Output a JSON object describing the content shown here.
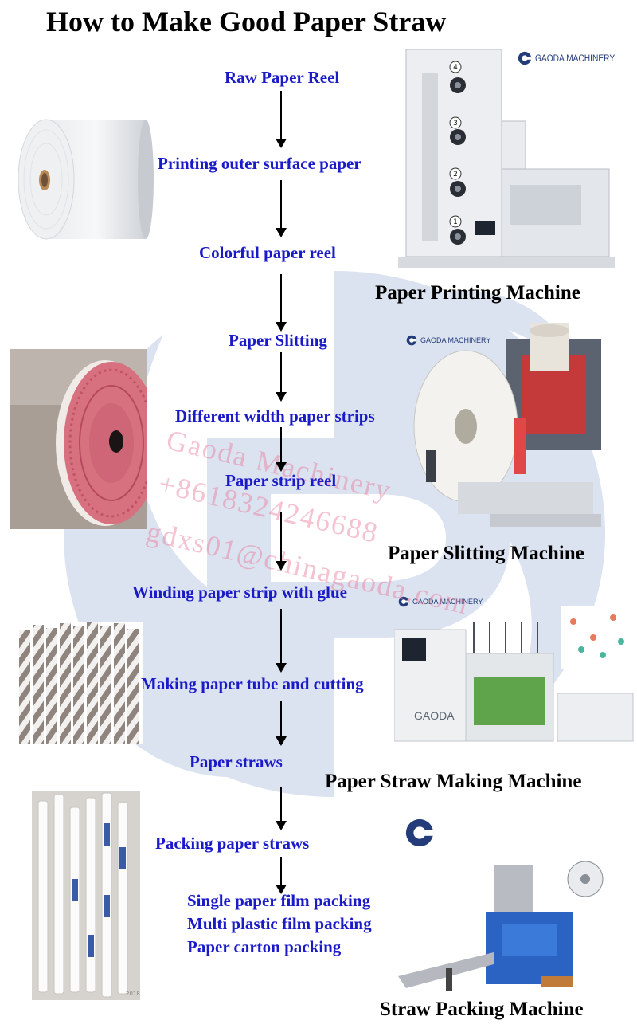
{
  "title": "How to Make Good Paper Straw",
  "steps": {
    "raw_paper_reel": "Raw Paper Reel",
    "printing_outer_surface_paper": "Printing outer surface paper",
    "colorful_paper_reel": "Colorful paper reel",
    "paper_slitting": "Paper Slitting",
    "different_width_paper_strips": "Different width paper strips",
    "paper_strip_reel": "Paper strip reel",
    "winding_paper_strip_with_glue": "Winding paper strip with glue",
    "making_paper_tube_and_cutting": "Making paper tube and cutting",
    "paper_straws": "Paper straws",
    "packing_paper_straws": "Packing paper straws",
    "packing_options": [
      "Single paper film packing",
      "Multi plastic film packing",
      "Paper carton packing"
    ]
  },
  "machines": {
    "printing": "Paper Printing Machine",
    "slitting": "Paper Slitting Machine",
    "straw_making": "Paper Straw Making Machine",
    "packing": "Straw Packing Machine"
  },
  "brand": {
    "logo_text": "GAODA MACHINERY",
    "machine_badge": "GAODA",
    "printer_unit_numbers": [
      "4",
      "3",
      "2",
      "1"
    ]
  },
  "watermark": {
    "company": "Gaoda Machinery",
    "phone": "+8618324246688",
    "email": "gdxs01@chinagaoda.com"
  },
  "colors": {
    "step_text": "#1a1ac8",
    "machine_label": "#000000",
    "watermark_text": "#e97896",
    "background_logo": "#dbe2f0"
  }
}
